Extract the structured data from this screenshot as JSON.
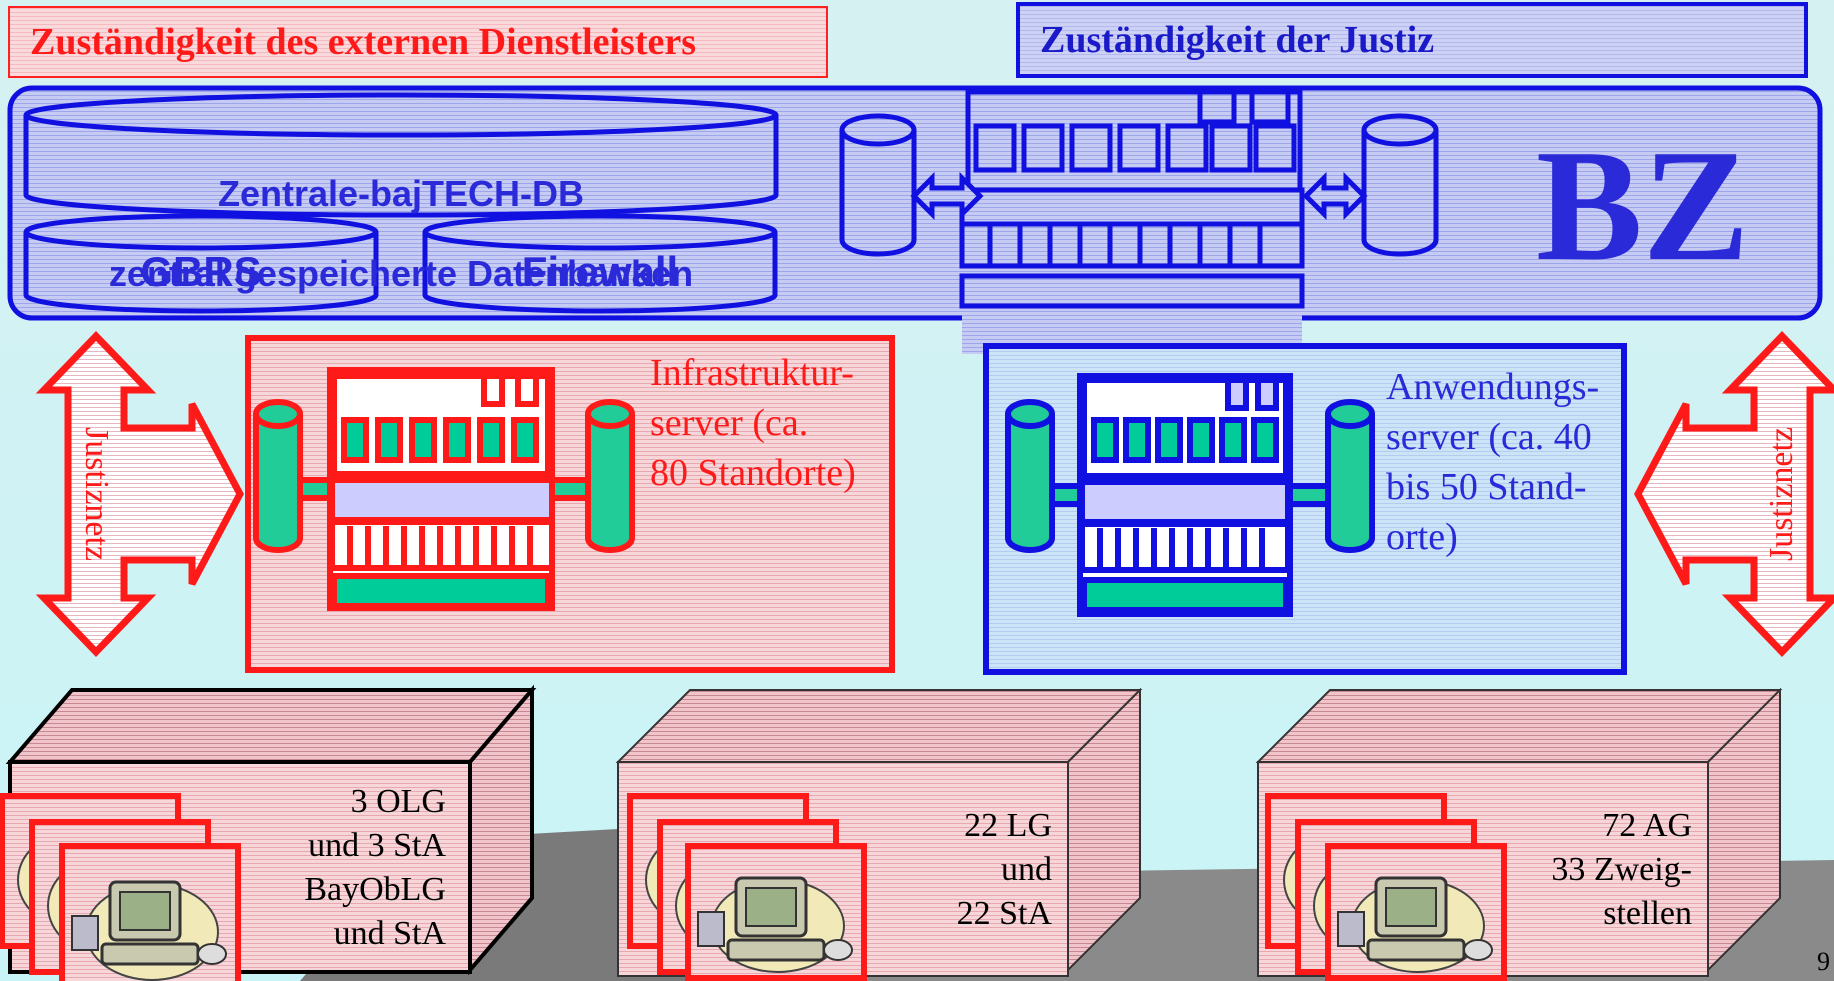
{
  "headers": {
    "external": "Zuständigkeit des externen Dienstleisters",
    "justice": "Zuständigkeit der Justiz"
  },
  "central": {
    "db_line1": "Zentrale-bajTECH-DB",
    "db_line2": "zentral gespeicherte Datenbanken",
    "gbrs": "GBRS",
    "firewall": "Firewall",
    "bz": "BZ"
  },
  "network": {
    "left": "Justiznetz",
    "right": "Justiznetz"
  },
  "servers": {
    "infrastructure": "Infrastruktur-\nserver (ca.\n80 Standorte)",
    "application": "Anwendungs-\nserver (ca. 40\nbis 50 Stand-\norte)"
  },
  "sites": [
    {
      "label": "3 OLG\nund 3 StA\nBayObLG\nund StA"
    },
    {
      "label": "22 LG\nund\n22 StA"
    },
    {
      "label": "72 AG\n33 Zweig-\nstellen"
    }
  ],
  "page_number": "9",
  "colors": {
    "red": "#ff1a1a",
    "blue": "#1010e0",
    "teal": "#00cc99",
    "lavender": "#c8c8f4",
    "pink": "#f6d2d6"
  }
}
